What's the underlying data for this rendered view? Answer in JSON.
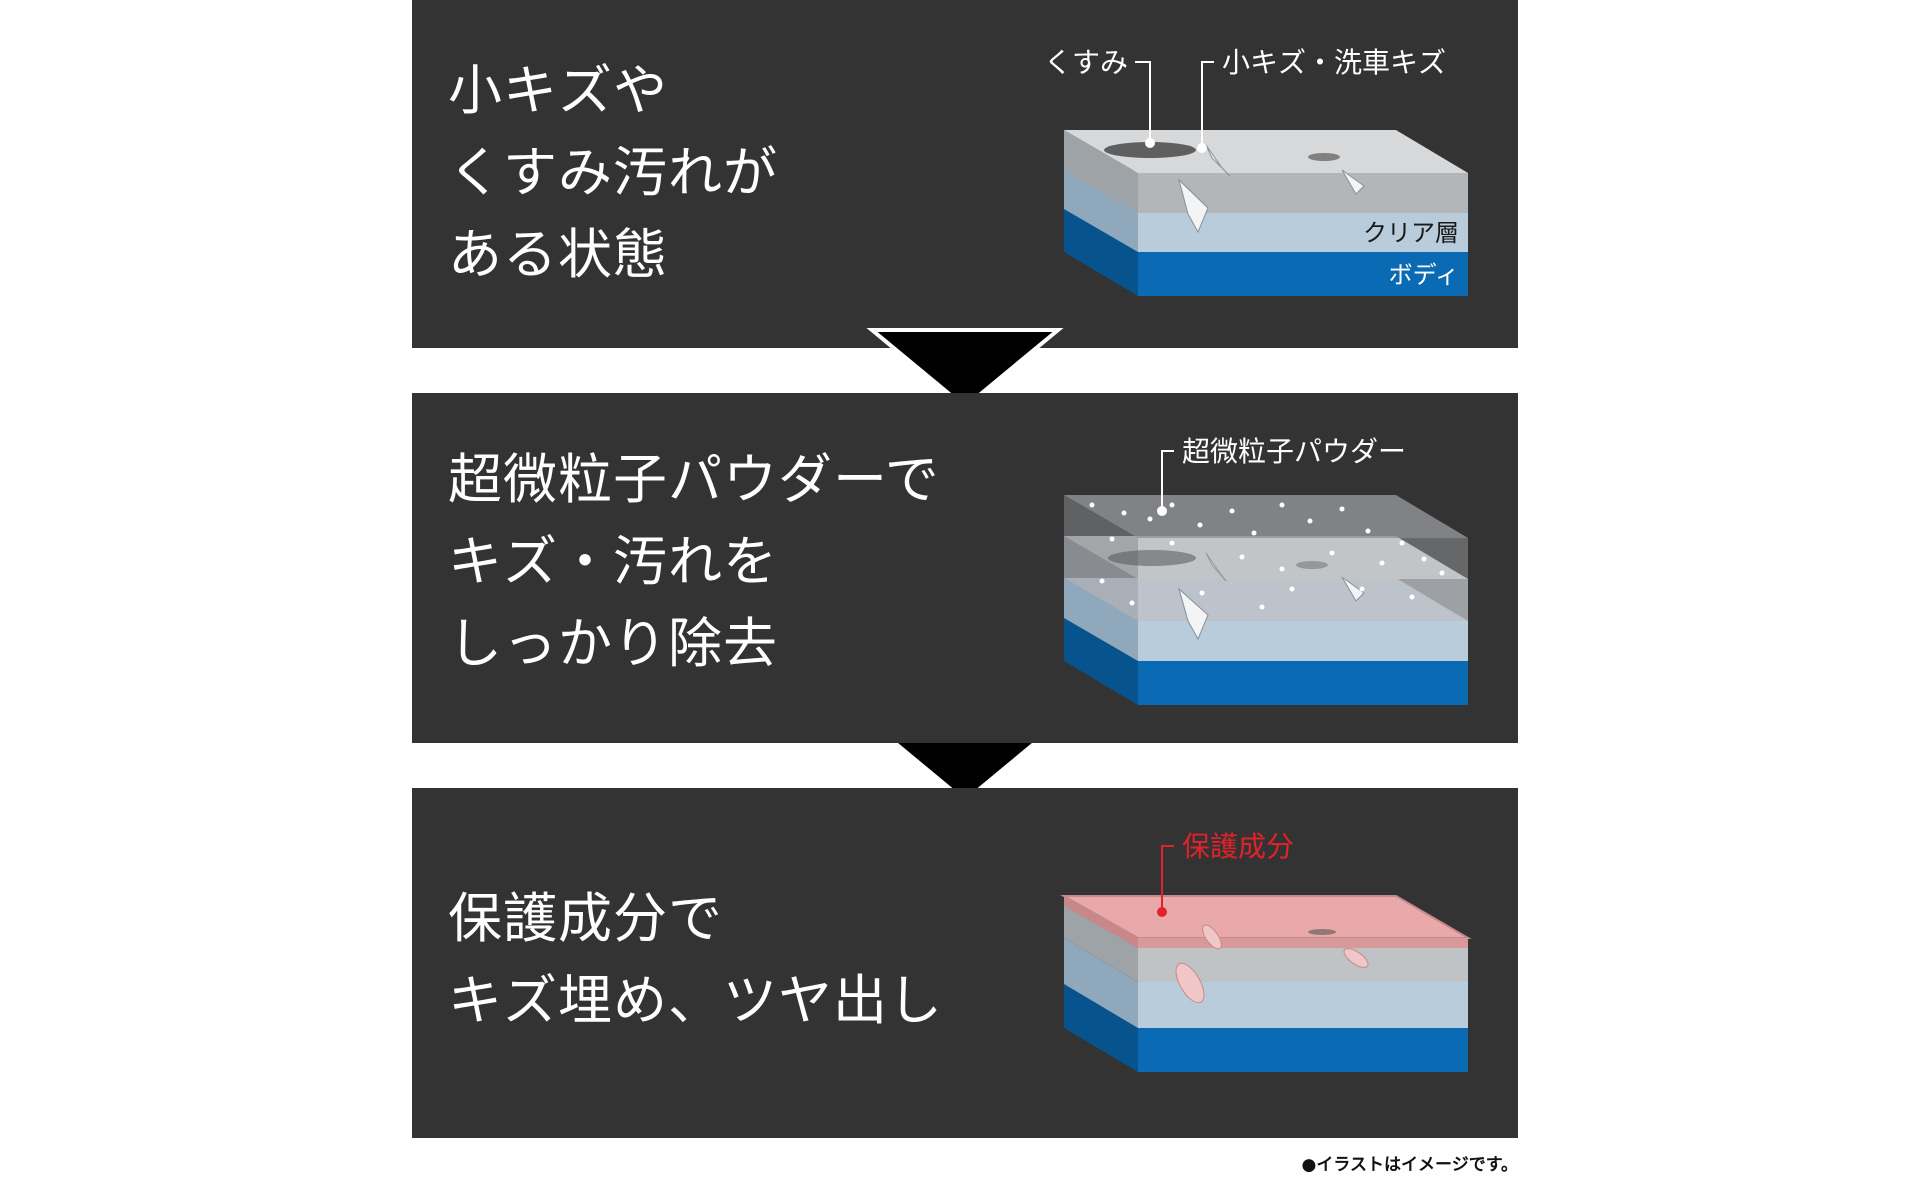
{
  "colors": {
    "panel_background": "#333333",
    "heading_text": "#ffffff",
    "clear_layer": "#c5d8e6",
    "body_layer": "#0a6ab3",
    "protective_accent": "#e0222a",
    "arrow": "#000000"
  },
  "steps": [
    {
      "heading_lines": [
        "小キズや",
        "くすみ汚れが",
        "ある状態"
      ],
      "callouts": {
        "dullness": "くすみ",
        "scratches": "小キズ・洗車キズ"
      },
      "layer_labels": {
        "clear": "クリア層",
        "body": "ボディ"
      }
    },
    {
      "heading_lines": [
        "超微粒子パウダーで",
        "キズ・汚れを",
        "しっかり除去"
      ],
      "callouts": {
        "powder": "超微粒子パウダー"
      }
    },
    {
      "heading_lines": [
        "保護成分で",
        "キズ埋め、ツヤ出し"
      ],
      "callouts": {
        "protective": "保護成分"
      }
    }
  ],
  "footnote": "●イラストはイメージです。"
}
